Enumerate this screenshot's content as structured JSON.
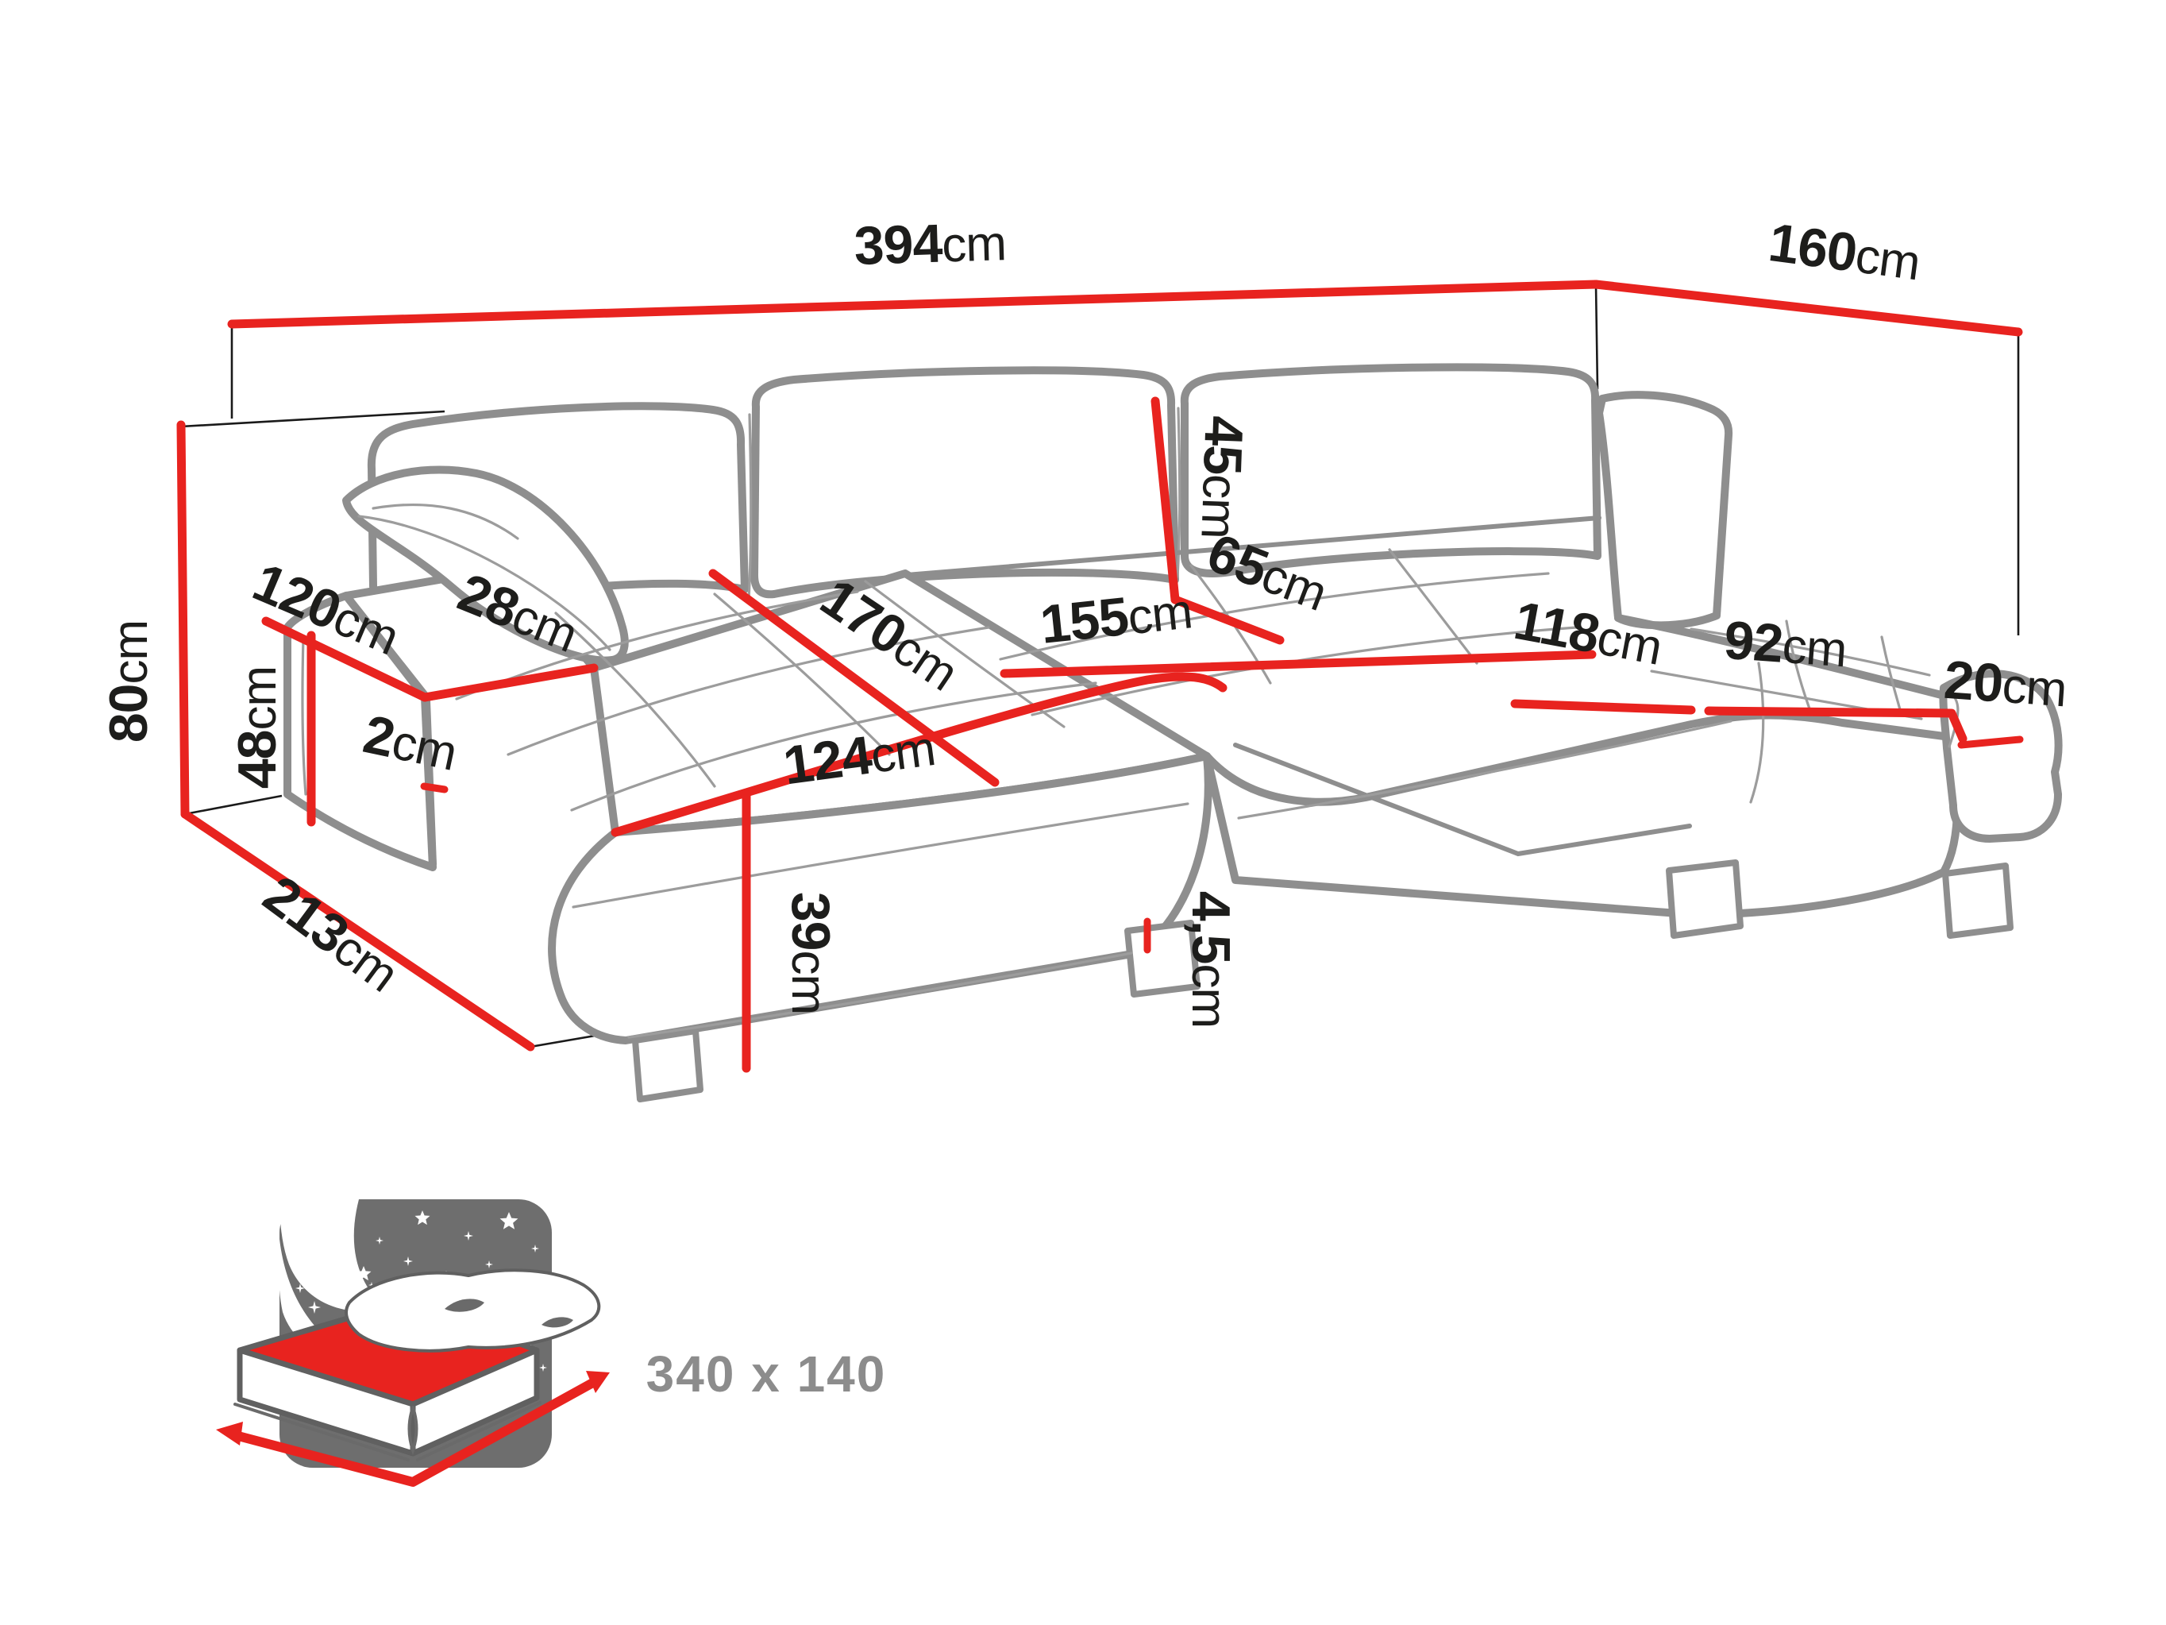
{
  "diagram": {
    "unit": "cm",
    "labels": {
      "total_width": {
        "num": "394",
        "unit": "cm"
      },
      "right_depth": {
        "num": "160",
        "unit": "cm"
      },
      "total_height": {
        "num": "80",
        "unit": "cm"
      },
      "armrest_length": {
        "num": "120",
        "unit": "cm"
      },
      "armrest_back_offset": {
        "num": "28",
        "unit": "cm"
      },
      "armrest_height": {
        "num": "48",
        "unit": "cm"
      },
      "backrest_gap": {
        "num": "2",
        "unit": "cm"
      },
      "left_depth": {
        "num": "213",
        "unit": "cm"
      },
      "chaise_length": {
        "num": "170",
        "unit": "cm"
      },
      "chaise_front_width": {
        "num": "124",
        "unit": "cm"
      },
      "seat_height": {
        "num": "39",
        "unit": "cm"
      },
      "middle_seat_width": {
        "num": "155",
        "unit": "cm"
      },
      "backrest_height": {
        "num": "45",
        "unit": "cm"
      },
      "seat_depth": {
        "num": "65",
        "unit": "cm"
      },
      "leg_height": {
        "num": "4,5",
        "unit": "cm"
      },
      "right_seat_length": {
        "num": "118",
        "unit": "cm"
      },
      "right_seat_front_width": {
        "num": "92",
        "unit": "cm"
      },
      "right_armrest_width": {
        "num": "20",
        "unit": "cm"
      }
    },
    "sleeping_function": {
      "bed_size": "340 x 140"
    },
    "colors": {
      "dimension_red": "#e8231f",
      "sofa_outline_gray": "#8e8e8e",
      "icon_gray": "#6e6e6e",
      "text_black": "#1d1d1b",
      "bed_size_gray": "#8c8c8c"
    }
  }
}
